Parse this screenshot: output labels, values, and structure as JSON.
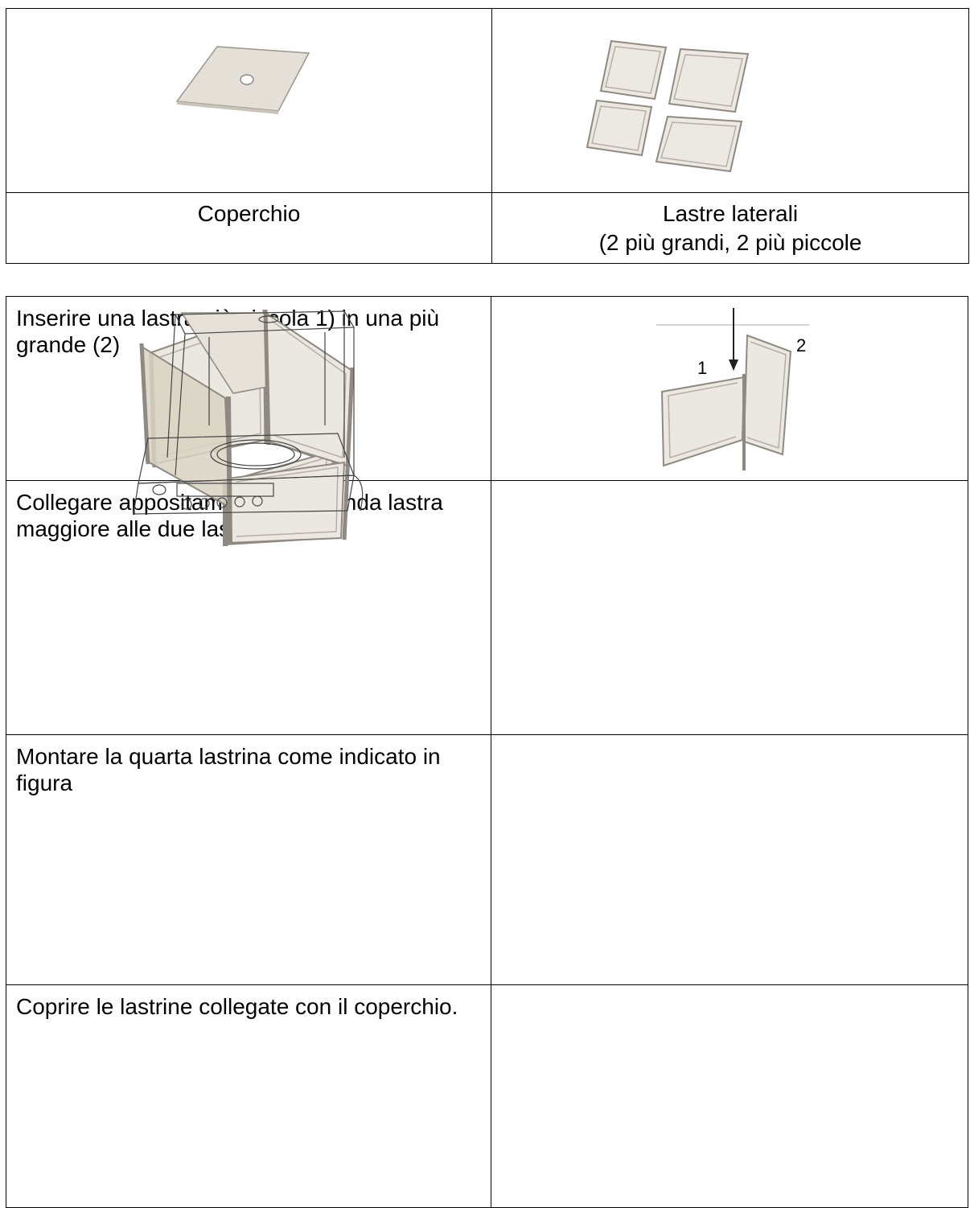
{
  "components": {
    "lid_caption": "Coperchio",
    "side_plates_caption_line1": "Lastre laterali",
    "side_plates_caption_line2": "(2 più grandi, 2 più piccole"
  },
  "steps": [
    {
      "text": "Inserire una lastra più piccola 1) in una più grande (2)",
      "figure_labels": [
        "1",
        "2"
      ]
    },
    {
      "text": "Collegare appositamente la seconda lastra maggiore  alle due lastrine unite."
    },
    {
      "text": "Montare la quarta lastrina come indicato in figura"
    },
    {
      "text": "Coprire le lastrine collegate con il coperchio."
    }
  ]
}
